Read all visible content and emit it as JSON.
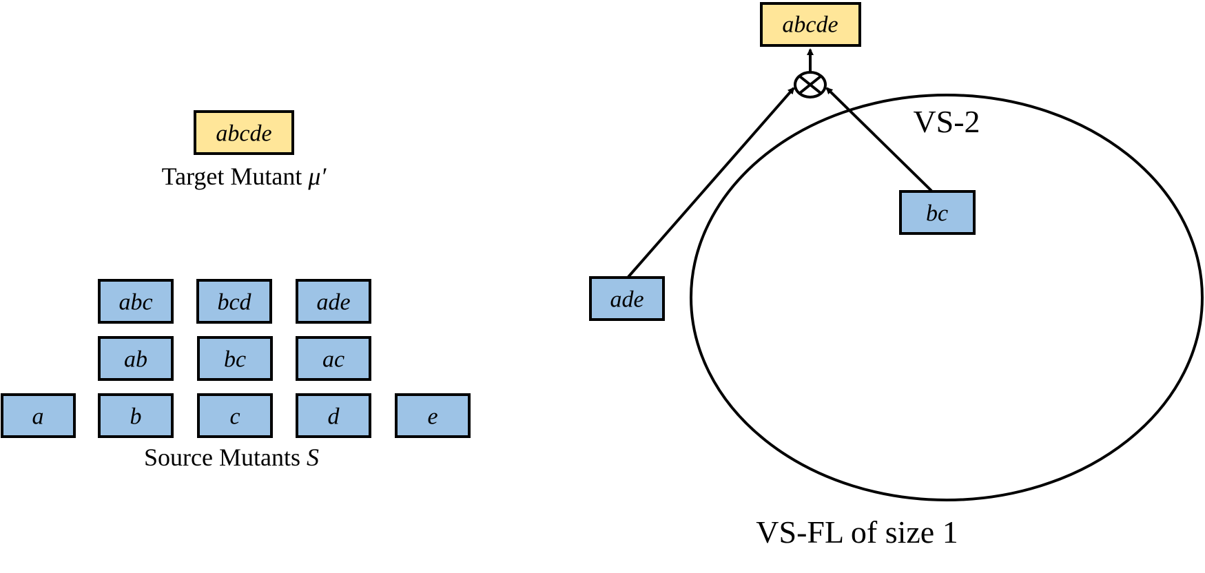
{
  "colors": {
    "target_fill": "#ffe699",
    "source_fill": "#9dc3e6",
    "stroke": "#000000"
  },
  "left": {
    "target": {
      "label": "abcde"
    },
    "target_caption": {
      "text": "Target Mutant ",
      "symbol": "μ′"
    },
    "source_rows": {
      "row3": [
        "abc",
        "bcd",
        "ade"
      ],
      "row2": [
        "ab",
        "bc",
        "ac"
      ],
      "row1": [
        "a",
        "b",
        "c",
        "d",
        "e"
      ]
    },
    "source_caption": {
      "text": "Source Mutants ",
      "symbol": "S"
    }
  },
  "right": {
    "target": {
      "label": "abcde"
    },
    "combine_icon": "circled-times-icon",
    "inputs": [
      "ade",
      "bc"
    ],
    "set_label": "VS-2",
    "caption": "VS-FL of size 1"
  }
}
